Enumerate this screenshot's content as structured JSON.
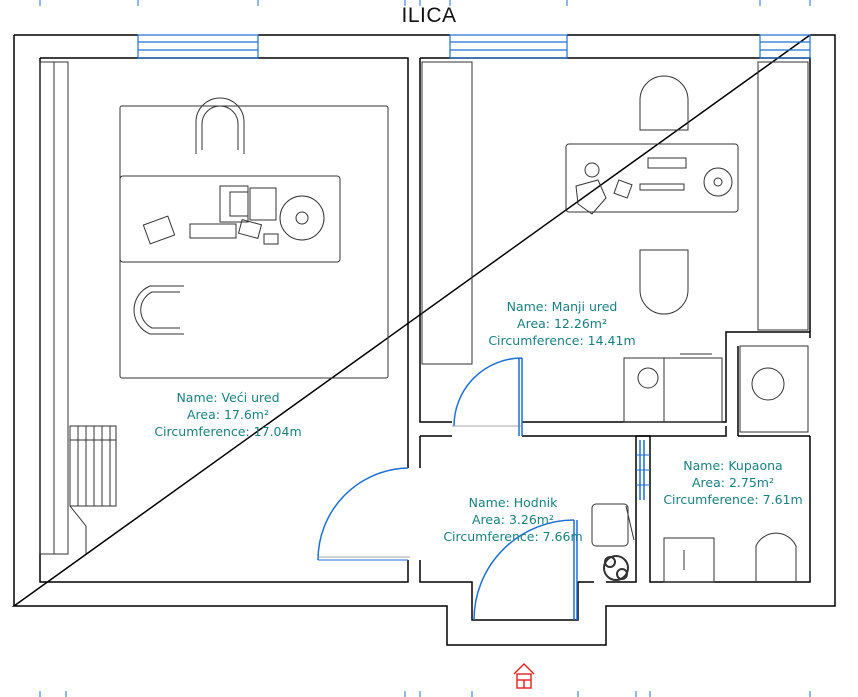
{
  "plan": {
    "street_name": "ILICA",
    "colors": {
      "wall": "#000000",
      "window": "#1f6fd1",
      "door": "#1f6fd1",
      "label": "#1a7f7f",
      "entrance": "#e02020",
      "furniture": "#333333"
    },
    "rooms": [
      {
        "id": "veci-ured",
        "name": "Name: Veći ured",
        "area": "Area: 17.6m²",
        "circumference": "Circumference: 17.04m"
      },
      {
        "id": "manji-ured",
        "name": "Name: Manji ured",
        "area": "Area: 12.26m²",
        "circumference": "Circumference: 14.41m"
      },
      {
        "id": "kupaona",
        "name": "Name: Kupaona",
        "area": "Area: 2.75m²",
        "circumference": "Circumference: 7.61m"
      },
      {
        "id": "hodnik",
        "name": "Name: Hodnik",
        "area": "Area: 3.26m²",
        "circumference": "Circumference: 7.66m"
      }
    ],
    "icons": {
      "entrance": "entrance-house-icon"
    }
  }
}
